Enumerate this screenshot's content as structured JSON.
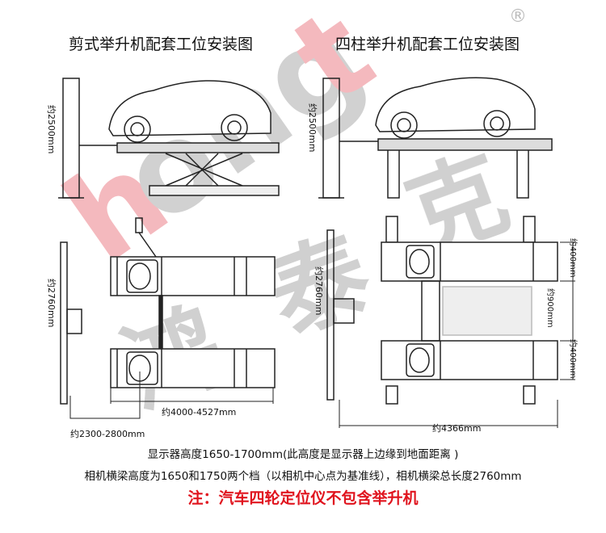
{
  "titles": {
    "scissor": "剪式举升机配套工位安装图",
    "four_post": "四柱举升机配套工位安装图"
  },
  "dimensions": {
    "scissor_height": "约2500mm",
    "four_post_height": "约2500mm",
    "scissor_beam": "约2760mm",
    "four_post_beam": "约2760mm",
    "scissor_length": "约4000-4527mm",
    "scissor_offset": "约2300-2800mm",
    "four_post_length": "约4366mm",
    "gap_top": "约400mm",
    "gap_middle": "约900mm",
    "gap_bottom": "约400mm"
  },
  "notes": {
    "line1": "显示器高度1650-1700mm(此高度是显示器上边缘到地面距离 )",
    "line2": "相机横梁高度为1650和1750两个档（以相机中心点为基准线），相机横梁总长度2760mm",
    "warning": "注：汽车四轮定位仪不包含举升机"
  },
  "watermark": {
    "brand": "hongtech",
    "chinese": "鸿泰克",
    "registered": "®"
  },
  "colors": {
    "warning": "#e0141e",
    "watermark": "#c8c8c8",
    "watermark_accent": "#f0a0a5"
  }
}
